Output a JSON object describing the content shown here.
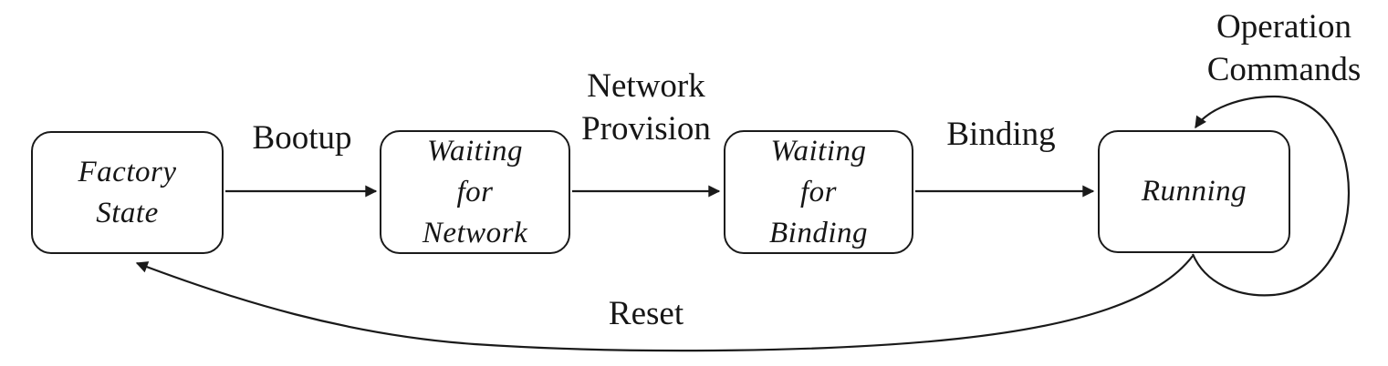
{
  "diagram": {
    "type": "state-machine",
    "colors": {
      "background": "#ffffff",
      "stroke": "#1a1a1a",
      "text": "#161616"
    },
    "states": [
      {
        "name": "Factory State",
        "lines": [
          "Factory",
          "State"
        ]
      },
      {
        "name": "Waiting for Network",
        "lines": [
          "Waiting",
          "for",
          "Network"
        ]
      },
      {
        "name": "Waiting for Binding",
        "lines": [
          "Waiting",
          "for",
          "Binding"
        ]
      },
      {
        "name": "Running",
        "lines": [
          "Running"
        ]
      }
    ],
    "transitions": [
      {
        "label": "Bootup",
        "from": "Factory State",
        "to": "Waiting for Network"
      },
      {
        "label": "Network Provision",
        "lines": [
          "Network",
          "Provision"
        ],
        "from": "Waiting for Network",
        "to": "Waiting for Binding"
      },
      {
        "label": "Binding",
        "from": "Waiting for Binding",
        "to": "Running"
      },
      {
        "label": "Operation Commands",
        "lines": [
          "Operation",
          "Commands"
        ],
        "from": "Running",
        "to": "Running"
      },
      {
        "label": "Reset",
        "from": "Running",
        "to": "Factory State"
      }
    ]
  }
}
